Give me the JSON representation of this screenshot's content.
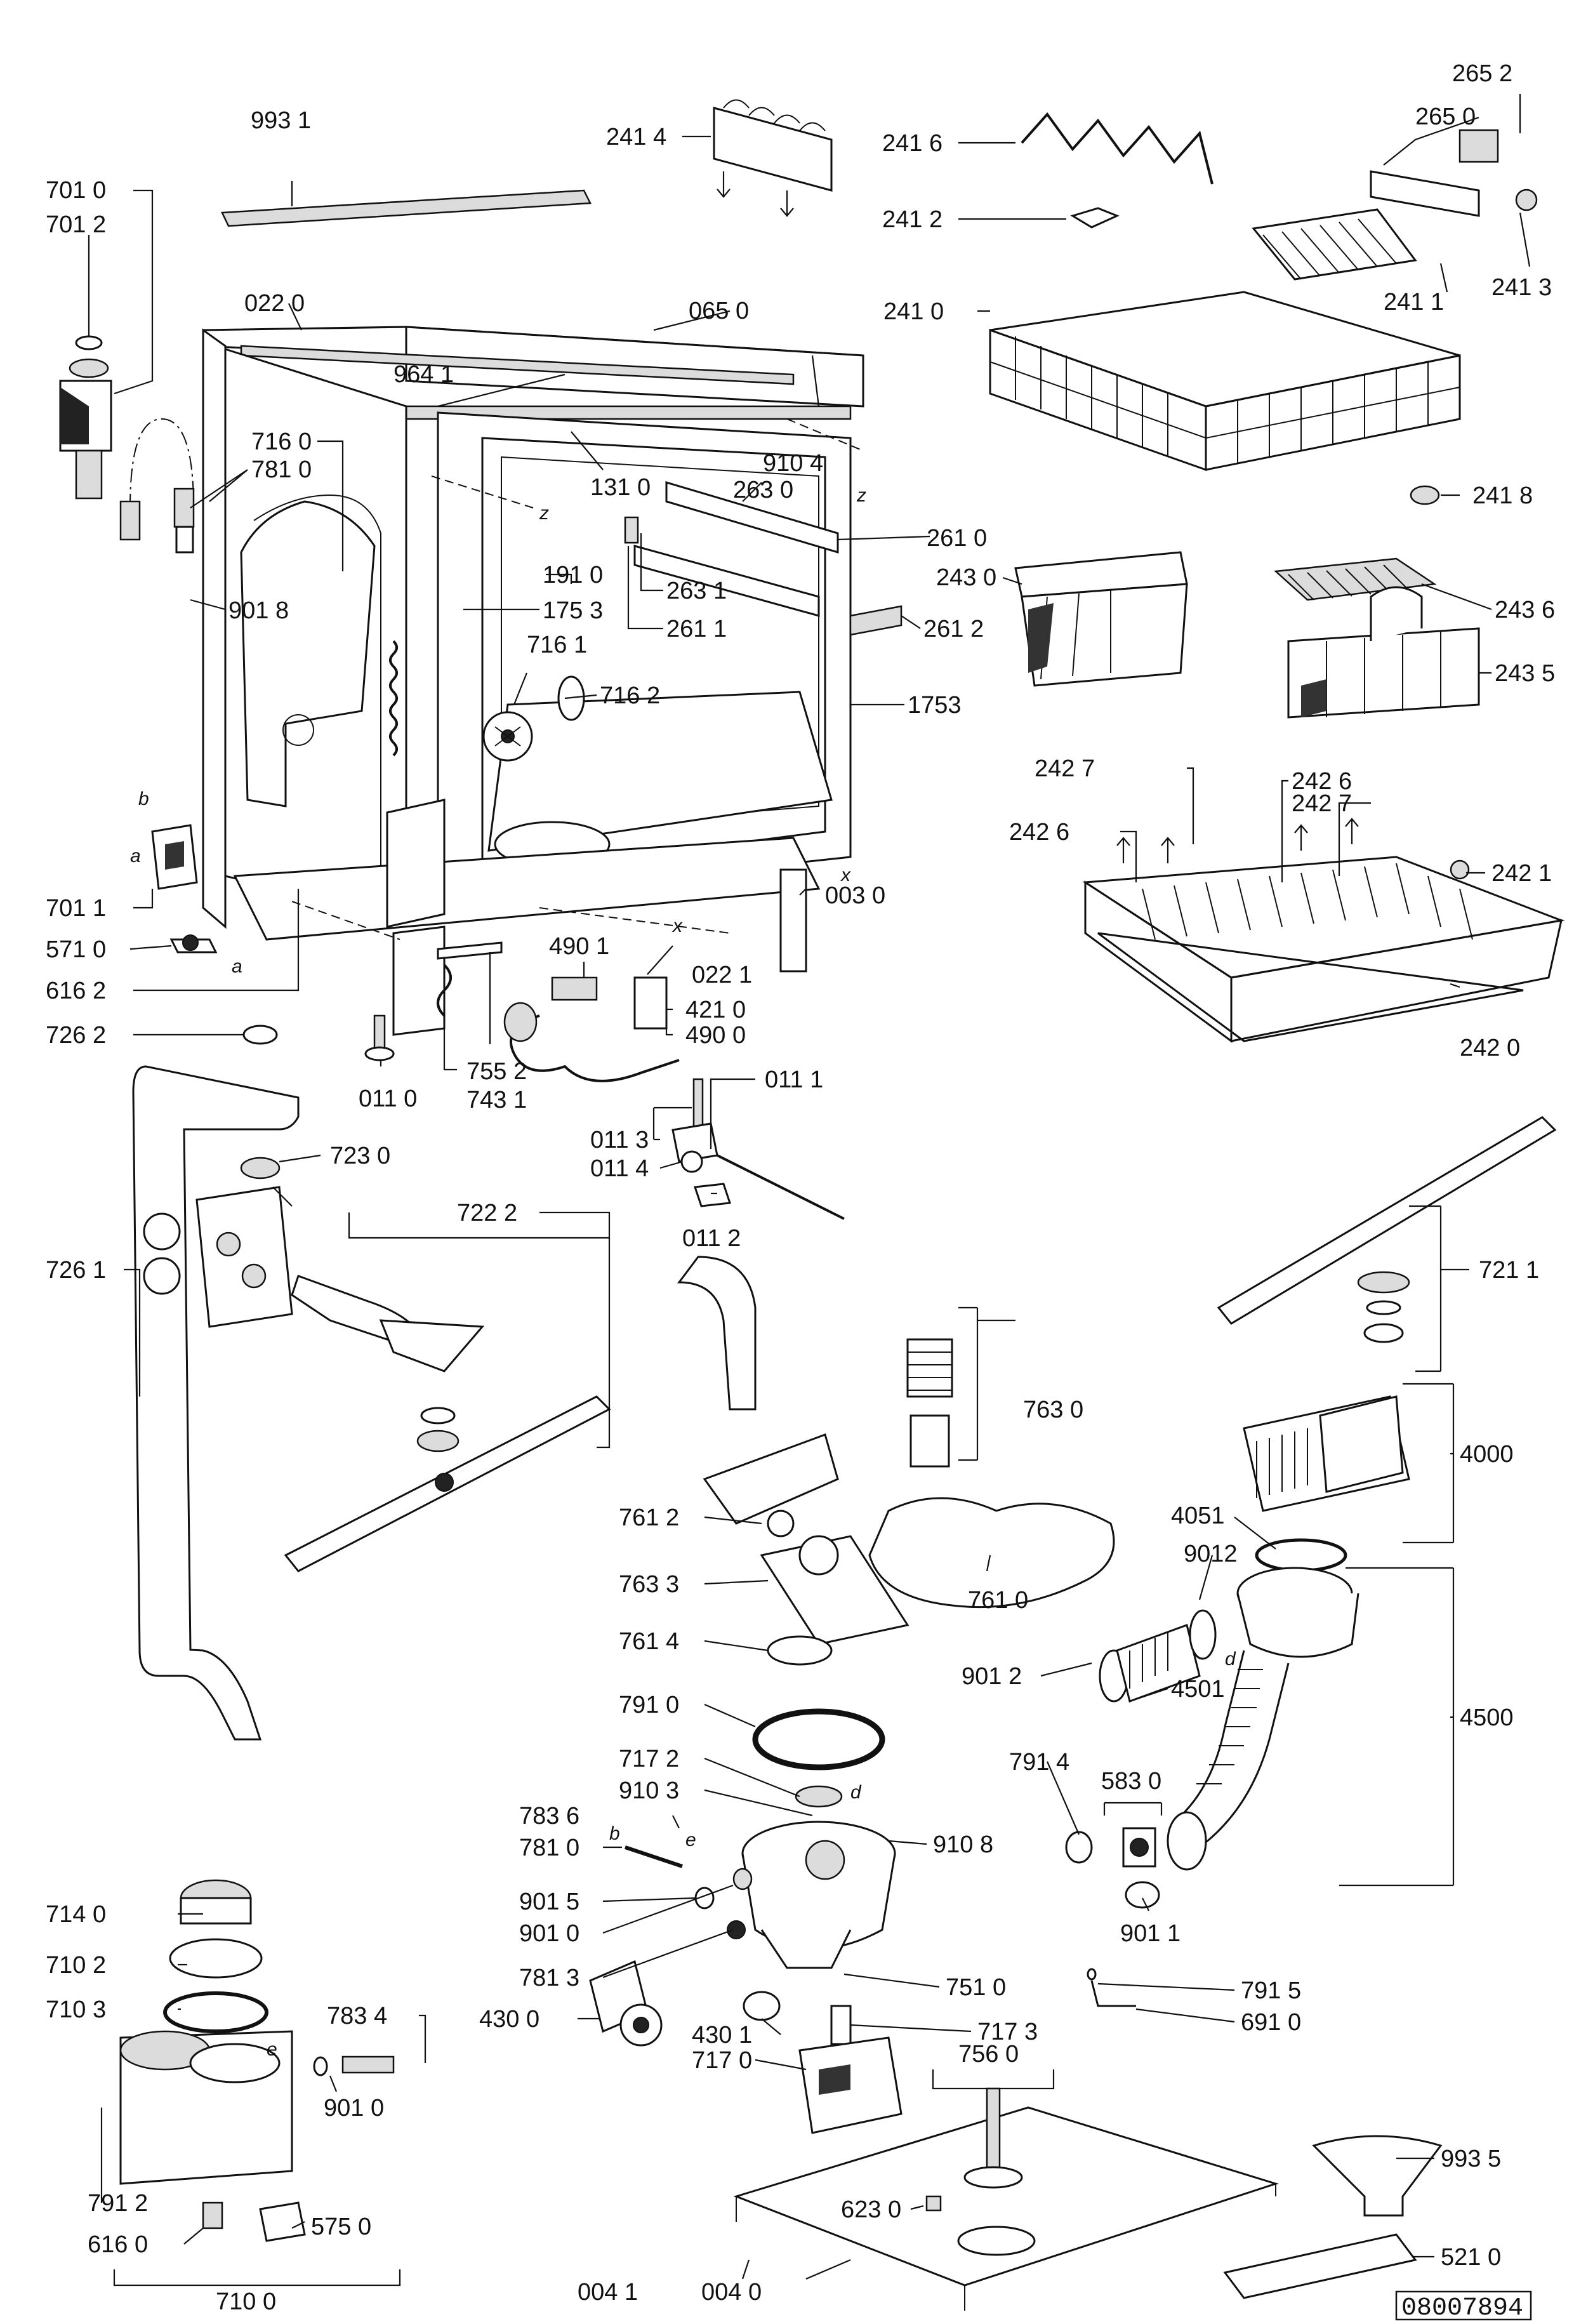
{
  "drawing": {
    "reference_number": "08007894"
  },
  "parts": [
    {
      "id": "p9931",
      "label": "993 1"
    },
    {
      "id": "p2414",
      "label": "241 4"
    },
    {
      "id": "p2416",
      "label": "241 6"
    },
    {
      "id": "p2652",
      "label": "265 2"
    },
    {
      "id": "p2650",
      "label": "265 0"
    },
    {
      "id": "p2412",
      "label": "241 2"
    },
    {
      "id": "p2411",
      "label": "241 1"
    },
    {
      "id": "p2413",
      "label": "241 3"
    },
    {
      "id": "p7010",
      "label": "701 0"
    },
    {
      "id": "p7012",
      "label": "701 2"
    },
    {
      "id": "p0220",
      "label": "022 0"
    },
    {
      "id": "p0650",
      "label": "065 0"
    },
    {
      "id": "p2410",
      "label": "241 0"
    },
    {
      "id": "p9641",
      "label": "964 1"
    },
    {
      "id": "p7160",
      "label": "716 0"
    },
    {
      "id": "p7810a",
      "label": "781 0"
    },
    {
      "id": "p9104",
      "label": "910 4"
    },
    {
      "id": "p1310",
      "label": "131 0"
    },
    {
      "id": "p2630",
      "label": "263 0"
    },
    {
      "id": "p2418",
      "label": "241 8"
    },
    {
      "id": "p2610",
      "label": "261 0"
    },
    {
      "id": "p1910",
      "label": "191 0"
    },
    {
      "id": "p9018",
      "label": "901 8"
    },
    {
      "id": "p1753a",
      "label": "175 3"
    },
    {
      "id": "p2430",
      "label": "243 0"
    },
    {
      "id": "p2631",
      "label": "263 1"
    },
    {
      "id": "p2611",
      "label": "261 1"
    },
    {
      "id": "p2612",
      "label": "261 2"
    },
    {
      "id": "p2436",
      "label": "243 6"
    },
    {
      "id": "p7161",
      "label": "716 1"
    },
    {
      "id": "p7162",
      "label": "716 2"
    },
    {
      "id": "p2435",
      "label": "243 5"
    },
    {
      "id": "p1753b",
      "label": "1753"
    },
    {
      "id": "p2427a",
      "label": "242 7"
    },
    {
      "id": "p2426a",
      "label": "242 6"
    },
    {
      "id": "p2427b",
      "label": "242 7"
    },
    {
      "id": "p2426b",
      "label": "242 6"
    },
    {
      "id": "p2421",
      "label": "242 1"
    },
    {
      "id": "p7011",
      "label": "701 1"
    },
    {
      "id": "p0030",
      "label": "003 0"
    },
    {
      "id": "p5710",
      "label": "571 0"
    },
    {
      "id": "p4901a",
      "label": "490 1"
    },
    {
      "id": "p6162",
      "label": "616 2"
    },
    {
      "id": "p0221",
      "label": "022 1"
    },
    {
      "id": "p4210",
      "label": "421 0"
    },
    {
      "id": "p4900",
      "label": "490 0"
    },
    {
      "id": "p2420",
      "label": "242 0"
    },
    {
      "id": "p7262",
      "label": "726 2"
    },
    {
      "id": "p7552",
      "label": "755 2"
    },
    {
      "id": "p0110",
      "label": "011 0"
    },
    {
      "id": "p7431",
      "label": "743 1"
    },
    {
      "id": "p0111",
      "label": "011 1"
    },
    {
      "id": "p0113",
      "label": "011 3"
    },
    {
      "id": "p7230",
      "label": "723 0"
    },
    {
      "id": "p0114",
      "label": "011 4"
    },
    {
      "id": "p7222",
      "label": "722 2"
    },
    {
      "id": "p0112",
      "label": "011 2"
    },
    {
      "id": "p7211",
      "label": "721 1"
    },
    {
      "id": "p7261",
      "label": "726 1"
    },
    {
      "id": "p7630",
      "label": "763 0"
    },
    {
      "id": "p4000",
      "label": "4000"
    },
    {
      "id": "p7612",
      "label": "761 2"
    },
    {
      "id": "p4051",
      "label": "4051"
    },
    {
      "id": "p9012",
      "label": "9012"
    },
    {
      "id": "p7633",
      "label": "763 3"
    },
    {
      "id": "p7610",
      "label": "761 0"
    },
    {
      "id": "p7614",
      "label": "761 4"
    },
    {
      "id": "p9012b",
      "label": "901 2"
    },
    {
      "id": "p4501",
      "label": "4501"
    },
    {
      "id": "p7910",
      "label": "791 0"
    },
    {
      "id": "p4500",
      "label": "4500"
    },
    {
      "id": "p7172",
      "label": "717 2"
    },
    {
      "id": "p7914",
      "label": "791 4"
    },
    {
      "id": "p5830",
      "label": "583 0"
    },
    {
      "id": "p9103",
      "label": "910 3"
    },
    {
      "id": "p7836",
      "label": "783 6"
    },
    {
      "id": "p9108",
      "label": "910 8"
    },
    {
      "id": "p7810b",
      "label": "781 0"
    },
    {
      "id": "p7140",
      "label": "714 0"
    },
    {
      "id": "p9015",
      "label": "901 5"
    },
    {
      "id": "p9011",
      "label": "901 1"
    },
    {
      "id": "p7102",
      "label": "710 2"
    },
    {
      "id": "p9010a",
      "label": "901 0"
    },
    {
      "id": "p7813",
      "label": "781 3"
    },
    {
      "id": "p7510",
      "label": "751 0"
    },
    {
      "id": "p7103",
      "label": "710 3"
    },
    {
      "id": "p7915",
      "label": "791 5"
    },
    {
      "id": "p7834",
      "label": "783 4"
    },
    {
      "id": "p4300",
      "label": "430 0"
    },
    {
      "id": "p6910",
      "label": "691 0"
    },
    {
      "id": "p7173",
      "label": "717 3"
    },
    {
      "id": "p4301",
      "label": "430 1"
    },
    {
      "id": "p7560",
      "label": "756 0"
    },
    {
      "id": "p7170",
      "label": "717 0"
    },
    {
      "id": "p9010b",
      "label": "901 0"
    },
    {
      "id": "p9935",
      "label": "993 5"
    },
    {
      "id": "p7912",
      "label": "791 2"
    },
    {
      "id": "p6230",
      "label": "623 0"
    },
    {
      "id": "p5750",
      "label": "575 0"
    },
    {
      "id": "p6160",
      "label": "616 0"
    },
    {
      "id": "p5210",
      "label": "521 0"
    },
    {
      "id": "p7100",
      "label": "710 0"
    },
    {
      "id": "p0041",
      "label": "004 1"
    },
    {
      "id": "p0040",
      "label": "004 0"
    }
  ],
  "connection_letters": [
    "z",
    "z",
    "b",
    "a",
    "a",
    "x",
    "x",
    "d",
    "d",
    "e",
    "b",
    "e"
  ]
}
